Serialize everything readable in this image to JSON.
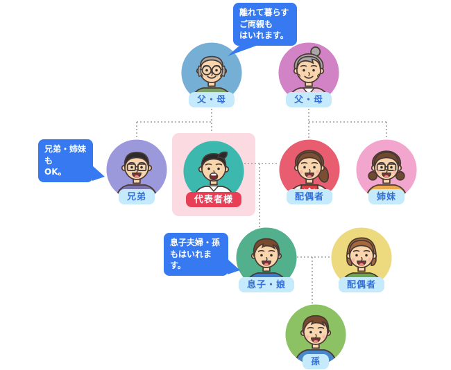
{
  "diagram": {
    "people": [
      {
        "id": "father-mother-left",
        "label": "父・母",
        "avatar": "elderly-man",
        "circle_color": "#76AFD6"
      },
      {
        "id": "father-mother-right",
        "label": "父・母",
        "avatar": "elderly-woman",
        "circle_color": "#D283C5"
      },
      {
        "id": "brother",
        "label": "兄弟",
        "avatar": "man-with-glasses",
        "circle_color": "#9B99DC"
      },
      {
        "id": "representative",
        "label": "代表者様",
        "avatar": "representative-man",
        "circle_color": "#3CB8AF",
        "highlighted": true
      },
      {
        "id": "spouse",
        "label": "配偶者",
        "avatar": "woman-with-apron",
        "circle_color": "#E85E70"
      },
      {
        "id": "sister",
        "label": "姉妹",
        "avatar": "woman-with-glasses",
        "circle_color": "#F2A6CE"
      },
      {
        "id": "son-daughter",
        "label": "息子・娘",
        "avatar": "young-man",
        "circle_color": "#52B08D"
      },
      {
        "id": "son-spouse",
        "label": "配偶者",
        "avatar": "young-woman",
        "circle_color": "#EDD97E"
      },
      {
        "id": "grandchild",
        "label": "孫",
        "avatar": "boy",
        "circle_color": "#8CC164"
      }
    ],
    "bubbles": [
      {
        "id": "parents-note",
        "lines": [
          "離れて暮らす",
          "ご両親も",
          "はいれます。"
        ]
      },
      {
        "id": "siblings-note",
        "lines": [
          "兄弟・姉妹も",
          "OK。"
        ]
      },
      {
        "id": "son-family-note",
        "lines": [
          "息子夫婦・孫",
          "もはいれます。"
        ]
      }
    ],
    "colors": {
      "background": "#FFFFFF",
      "bubble_bg": "#3679F0",
      "bubble_text": "#FFFFFF",
      "label_bg": "#C4EAFB",
      "label_text": "#3470D6",
      "representative_label_bg": "#E83E56",
      "representative_label_text": "#FFFFFF",
      "representative_box": "#FBDAE2",
      "connector": "#9E9E9E"
    }
  }
}
